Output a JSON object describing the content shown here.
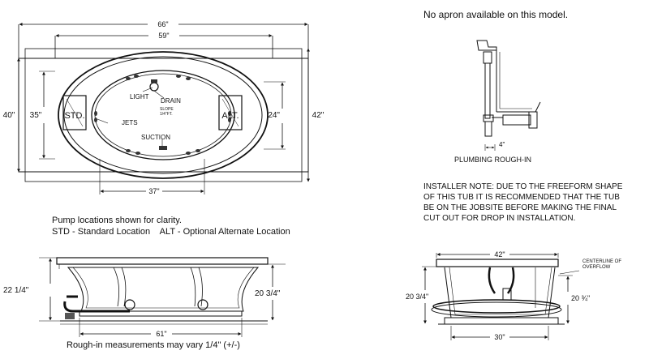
{
  "notes": {
    "no_apron": "No apron available on this model.",
    "plumbing_label": "PLUMBING ROUGH-IN",
    "installer_note": [
      "INSTALLER NOTE: DUE TO THE FREEFORM SHAPE",
      "OF THIS TUB IT IS RECOMMENDED THAT THE TUB",
      "BE ON THE JOBSITE BEFORE MAKING THE FINAL",
      "CUT OUT FOR DROP IN INSTALLATION."
    ],
    "pump_note": "Pump locations shown for clarity.",
    "pump_legend": "STD - Standard Location    ALT - Optional Alternate Location",
    "rough_in": "Rough-in measurements may vary 1/4\" (+/-)",
    "centerline": [
      "CENTERLINE OF",
      "OVERFLOW"
    ]
  },
  "top_view": {
    "width_outer": "66\"",
    "width_inner": "59\"",
    "width_bottom": "37\"",
    "height_left_outer": "40\"",
    "height_left_inner": "35\"",
    "height_right_inner": "24\"",
    "height_right_outer": "42\"",
    "labels": {
      "std": "STD.",
      "alt": "ALT.",
      "light": "LIGHT",
      "drain": "DRAIN",
      "slope": [
        "SLOPE",
        "1/4\"FT."
      ],
      "jets": "JETS",
      "suction": "SUCTION"
    }
  },
  "plumbing": {
    "dimension": "4\""
  },
  "side_view": {
    "height_left": "22 1/4\"",
    "height_right": "20 3/4\"",
    "length": "61\""
  },
  "end_view": {
    "width_top": "42\"",
    "width_bottom": "30\"",
    "height_left": "20 3/4\"",
    "height_right": "20 ¾\""
  }
}
